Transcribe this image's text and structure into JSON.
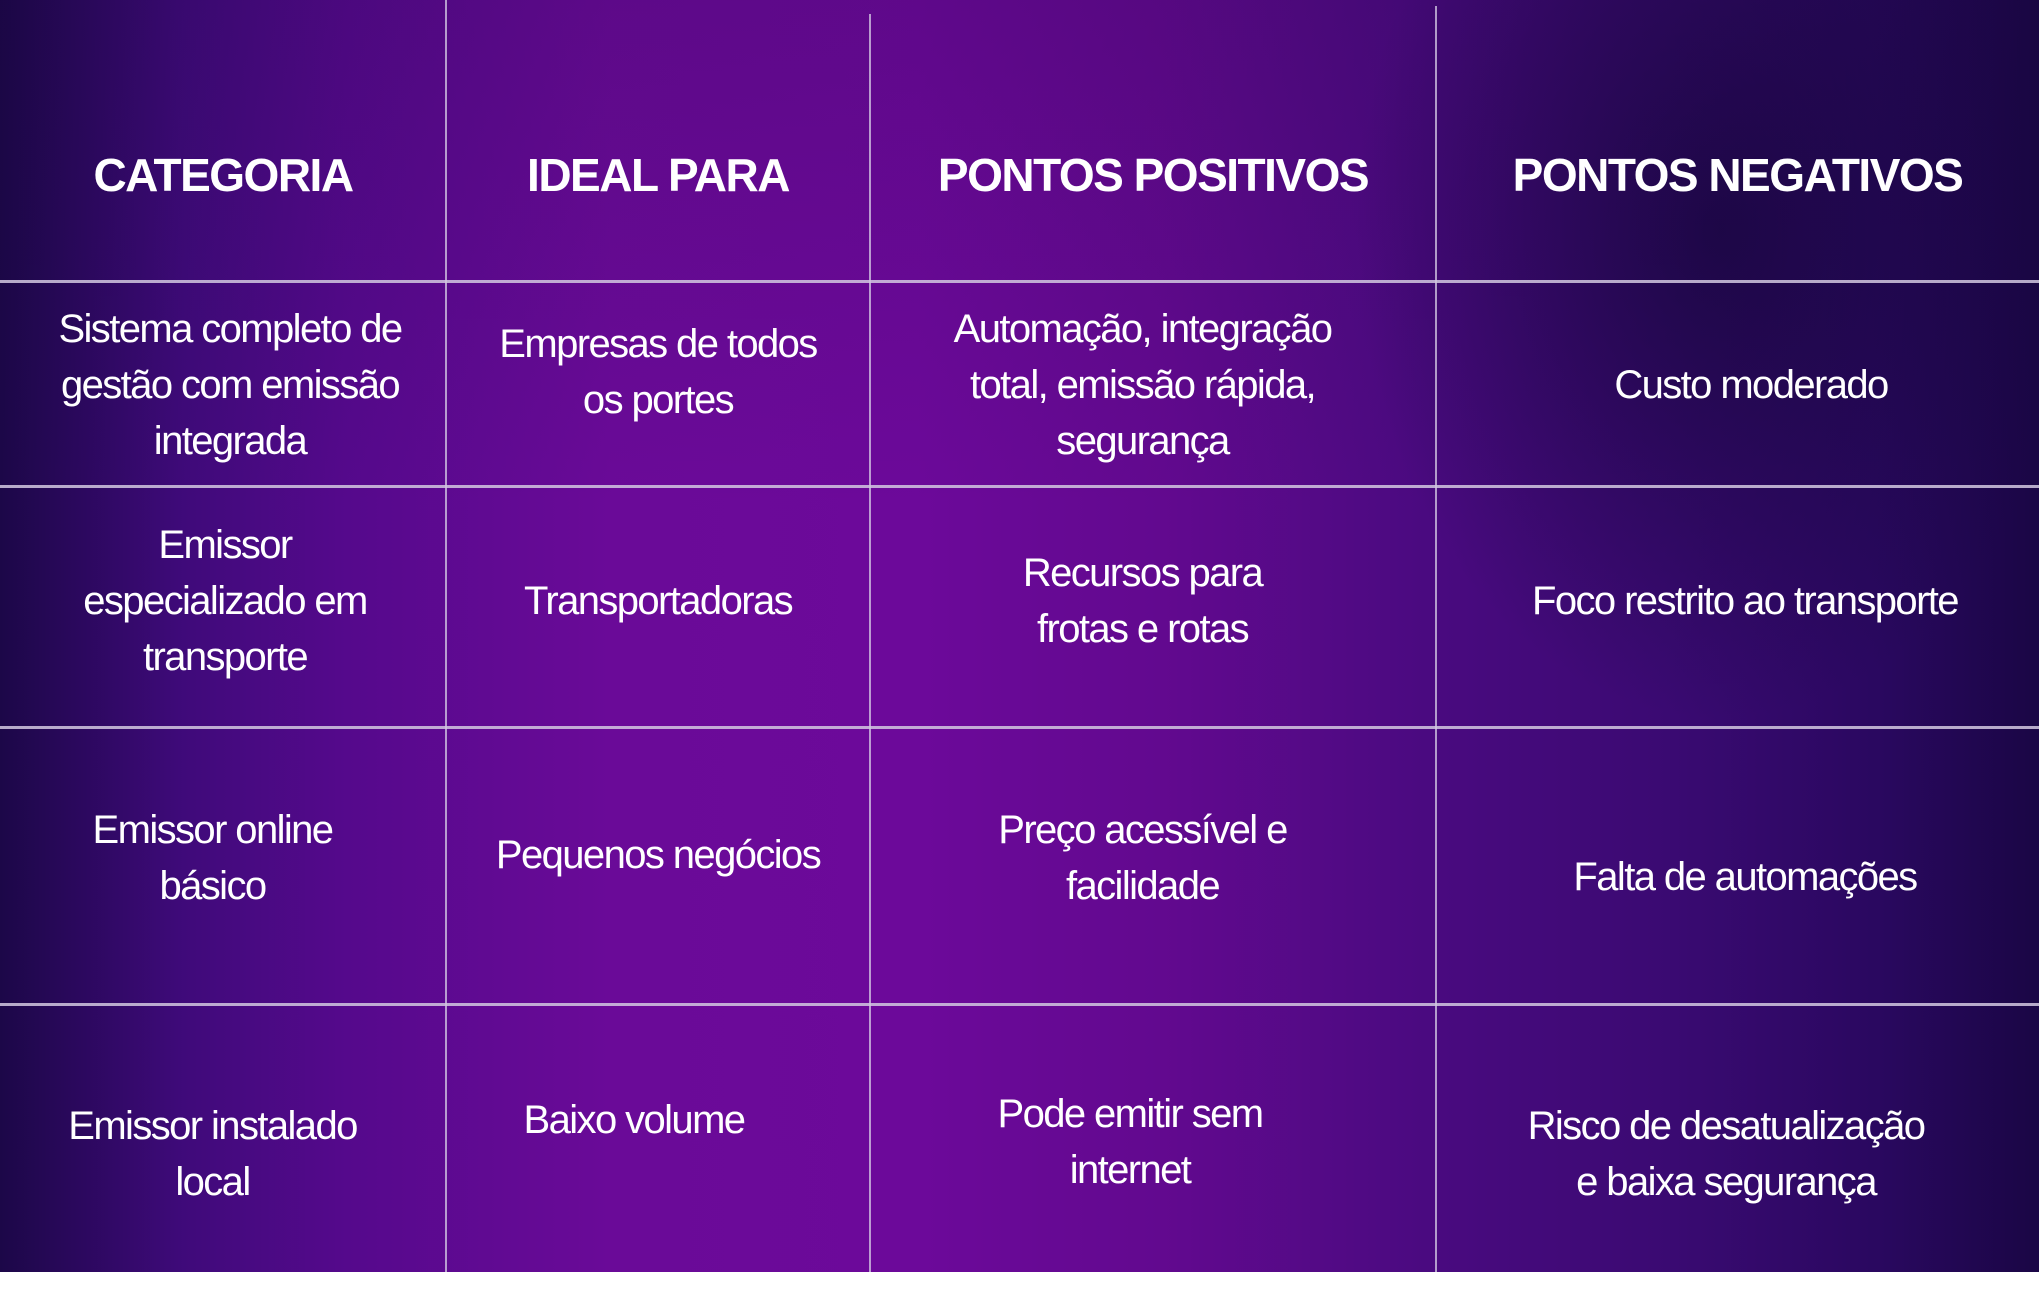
{
  "table": {
    "headers": [
      "CATEGORIA",
      "IDEAL PARA",
      "PONTOS POSITIVOS",
      "PONTOS NEGATIVOS"
    ],
    "rows": [
      [
        "Sistema completo de\ngestão com emissão\nintegrada",
        "Empresas de todos\nos portes",
        "Automação, integração\ntotal, emissão rápida,\nsegurança",
        "Custo moderado"
      ],
      [
        "Emissor\nespecializado em\ntransporte",
        "Transportadoras",
        "Recursos para\nfrotas e rotas",
        "Foco restrito ao transporte"
      ],
      [
        "Emissor online\nbásico",
        "Pequenos negócios",
        "Preço acessível e\nfacilidade",
        "Falta de automações"
      ],
      [
        "Emissor instalado\nlocal",
        "Baixo volume",
        "Pode emitir sem\ninternet",
        "Risco de desatualização\ne baixa segurança"
      ]
    ]
  },
  "colors": {
    "background_dark": "#1c0748",
    "background_bright": "#6a0a98",
    "grid_line": "#d2c8e1",
    "text": "#ffffff"
  }
}
